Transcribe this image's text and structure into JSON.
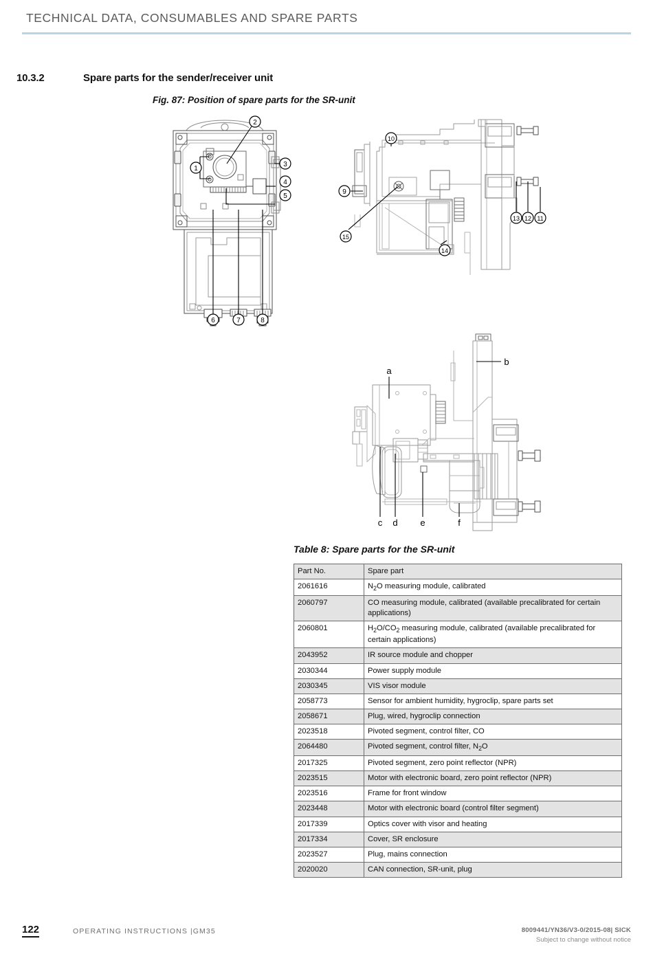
{
  "header": {
    "title": "TECHNICAL DATA, CONSUMABLES AND SPARE PARTS",
    "rule_color": "#b7d5e6"
  },
  "section": {
    "number": "10.3.2",
    "title": "Spare parts for the sender/receiver unit"
  },
  "figure": {
    "caption": "Fig. 87: Position of spare parts for the SR-unit",
    "numeric_callouts": [
      "1",
      "2",
      "3",
      "4",
      "5",
      "6",
      "7",
      "8",
      "9",
      "10",
      "11",
      "12",
      "13",
      "14",
      "15"
    ],
    "letter_callouts": [
      "a",
      "b",
      "c",
      "d",
      "e",
      "f"
    ]
  },
  "table": {
    "caption": "Table 8: Spare parts for the SR-unit",
    "columns": [
      "Part No.",
      "Spare part"
    ],
    "rows": [
      {
        "part_no": "2061616",
        "spare_part": "N2O measuring module, calibrated",
        "html": "N<sub>2</sub>O measuring module, calibrated"
      },
      {
        "part_no": "2060797",
        "spare_part": "CO measuring module, calibrated (available precalibrated for certain applications)",
        "html": "CO measuring module, calibrated (available precalibrated for certain applications)"
      },
      {
        "part_no": "2060801",
        "spare_part": "H2O/CO2 measuring module, calibrated (available precalibrated for certain applications)",
        "html": "H<sub>2</sub>O/CO<sub>2</sub> measuring module, calibrated (available precalibrated for certain applications)"
      },
      {
        "part_no": "2043952",
        "spare_part": "IR source module and chopper",
        "html": "IR source module and chopper"
      },
      {
        "part_no": "2030344",
        "spare_part": "Power supply module",
        "html": "Power supply module"
      },
      {
        "part_no": "2030345",
        "spare_part": "VIS visor module",
        "html": "VIS visor module"
      },
      {
        "part_no": "2058773",
        "spare_part": "Sensor for ambient humidity, hygroclip, spare parts set",
        "html": "Sensor for ambient humidity, hygroclip, spare parts set"
      },
      {
        "part_no": "2058671",
        "spare_part": "Plug, wired, hygroclip connection",
        "html": "Plug, wired, hygroclip connection"
      },
      {
        "part_no": "2023518",
        "spare_part": "Pivoted segment, control filter, CO",
        "html": "Pivoted segment, control filter, CO"
      },
      {
        "part_no": "2064480",
        "spare_part": "Pivoted segment, control filter, N2O",
        "html": "Pivoted segment, control filter, N<sub>2</sub>O"
      },
      {
        "part_no": "2017325",
        "spare_part": "Pivoted segment, zero point reflector (NPR)",
        "html": "Pivoted segment, zero point reflector (NPR)"
      },
      {
        "part_no": "2023515",
        "spare_part": "Motor with electronic board, zero point reflector (NPR)",
        "html": "Motor with electronic board, zero point reflector (NPR)"
      },
      {
        "part_no": "2023516",
        "spare_part": "Frame for front window",
        "html": "Frame for front window"
      },
      {
        "part_no": "2023448",
        "spare_part": "Motor with electronic board (control filter segment)",
        "html": "Motor with electronic board (control filter segment)"
      },
      {
        "part_no": "2017339",
        "spare_part": "Optics cover with visor and heating",
        "html": "Optics cover with visor and heating"
      },
      {
        "part_no": "2017334",
        "spare_part": "Cover, SR enclosure",
        "html": "Cover, SR enclosure"
      },
      {
        "part_no": "2023527",
        "spare_part": "Plug, mains connection",
        "html": "Plug, mains connection"
      },
      {
        "part_no": "2020020",
        "spare_part": "CAN connection, SR-unit, plug",
        "html": "CAN connection, SR-unit, plug"
      }
    ]
  },
  "footer": {
    "page_number": "122",
    "document": "OPERATING INSTRUCTIONS |GM35",
    "code": "8009441/YN36/V3-0/2015-08| SICK",
    "note": "Subject to change without notice"
  }
}
